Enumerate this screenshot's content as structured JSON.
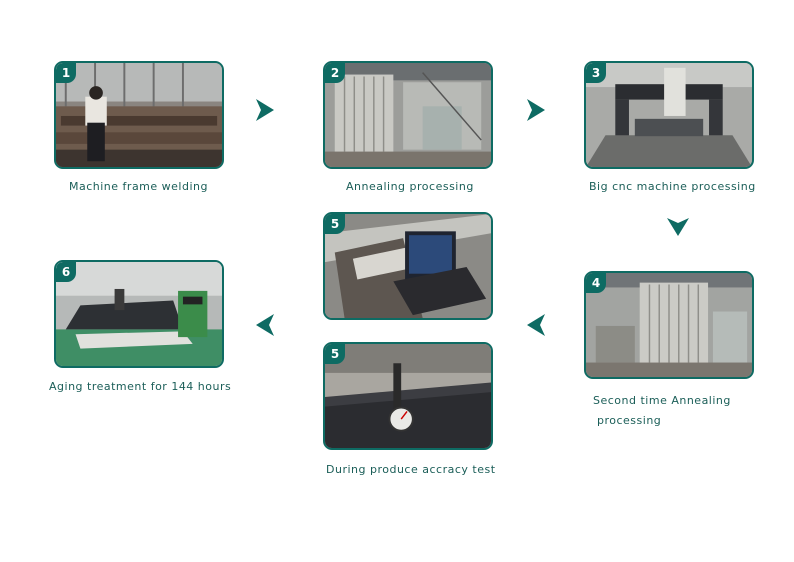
{
  "steps": [
    {
      "number": "1",
      "caption": "Machine frame welding"
    },
    {
      "number": "2",
      "caption": "Annealing processing"
    },
    {
      "number": "3",
      "caption": "Big cnc machine processing"
    },
    {
      "number": "4",
      "caption_line1": "Second time Annealing",
      "caption_line2": "processing"
    },
    {
      "number": "5",
      "caption": ""
    },
    {
      "number": "5",
      "caption": "During produce accracy test"
    },
    {
      "number": "6",
      "caption": "Aging treatment for 144 hours"
    }
  ],
  "colors": {
    "accent": "#0e6b63",
    "caption": "#1b5e58"
  },
  "icons": {
    "arrow": "chevron-triangle-icon"
  }
}
